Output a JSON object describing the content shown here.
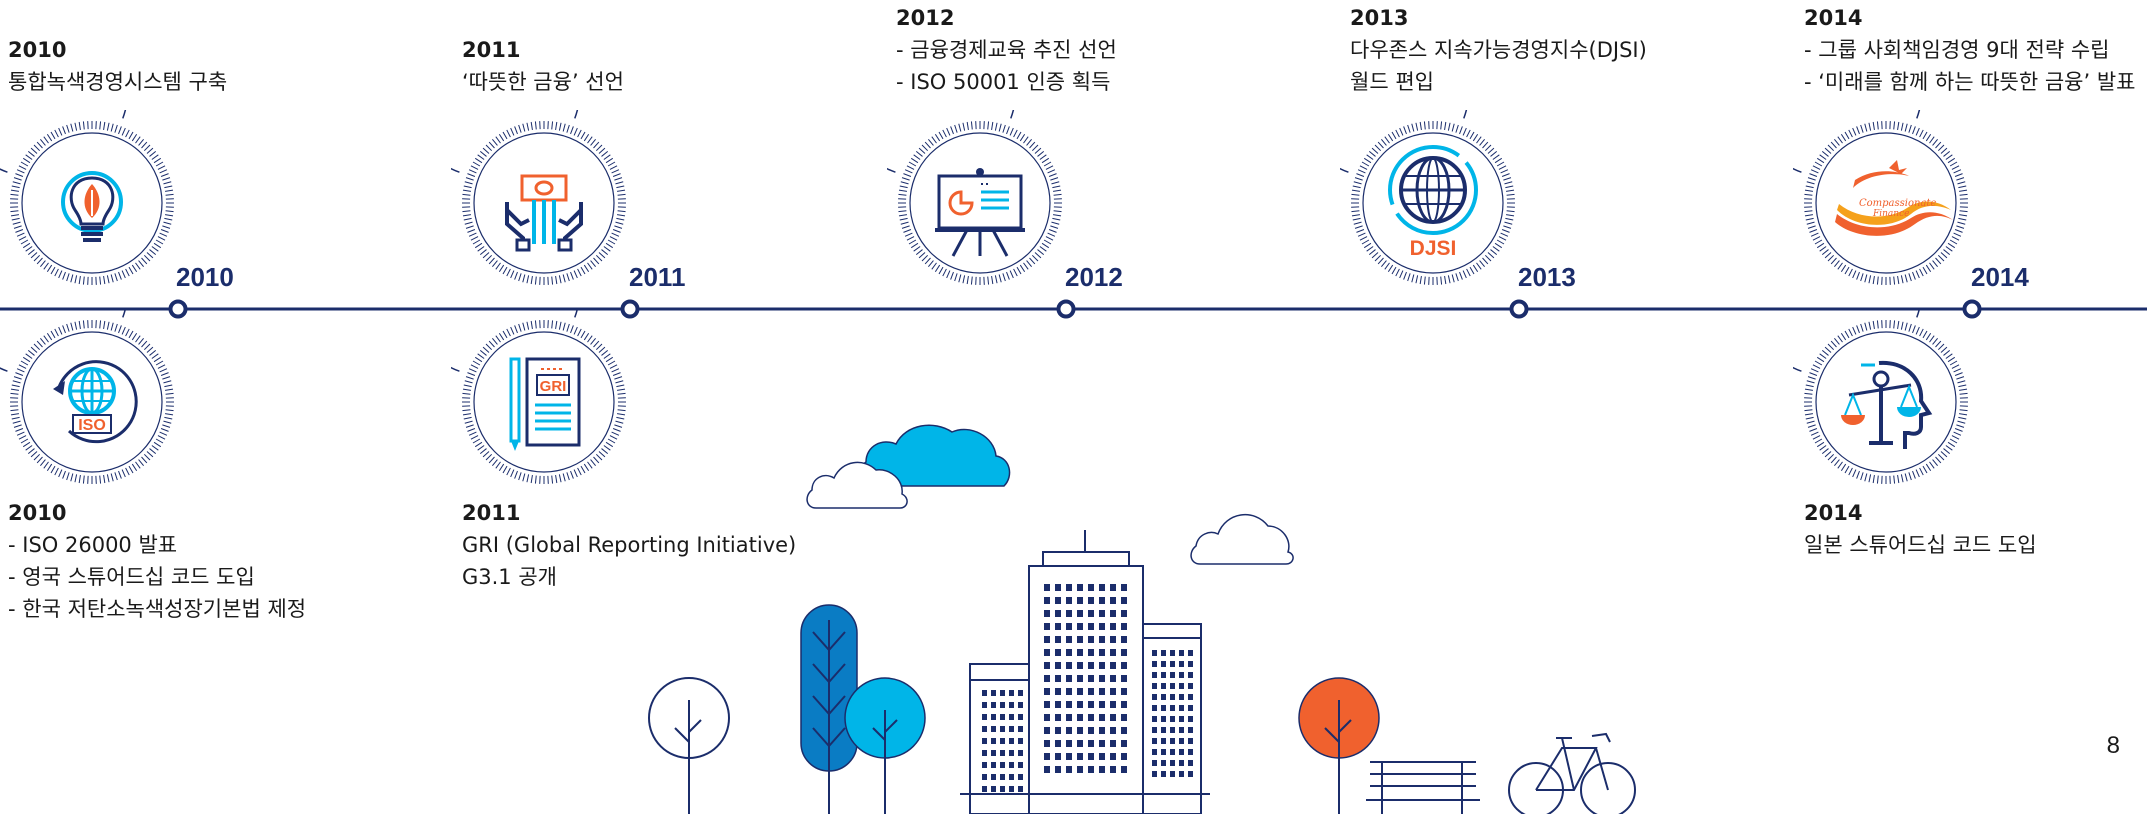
{
  "timeline": {
    "axis_years": [
      "2010",
      "2011",
      "2012",
      "2013",
      "2014"
    ],
    "events_top": [
      {
        "year": "2010",
        "lines": [
          "통합녹색경영시스템 구축"
        ]
      },
      {
        "year": "2011",
        "lines": [
          "‘따뜻한 금융’ 선언"
        ]
      },
      {
        "year": "2012",
        "lines": [
          "- 금융경제교육 추진 선언",
          "- ISO 50001 인증 획득"
        ]
      },
      {
        "year": "2013",
        "lines": [
          "다우존스 지속가능경영지수(DJSI)",
          "월드 편입"
        ]
      },
      {
        "year": "2014",
        "lines": [
          "- 그룹 사회책임경영 9대 전략 수립",
          "- ‘미래를 함께 하는 따뜻한 금융’ 발표"
        ]
      }
    ],
    "events_bottom": [
      {
        "year": "2010",
        "lines": [
          "- ISO 26000 발표",
          "- 영국 스튜어드십 코드 도입",
          "- 한국 저탄소녹색성장기본법 제정"
        ]
      },
      {
        "year": "2011",
        "lines": [
          "GRI (Global Reporting Initiative)",
          "G3.1 공개"
        ]
      },
      {
        "year": "2014",
        "lines": [
          "일본 스튜어드십 코드 도입"
        ]
      }
    ]
  },
  "badges": {
    "iso_text": "ISO",
    "gri_text": "GRI",
    "djsi_text": "DJSI",
    "compassionate_text": "Compassionate",
    "finance_text": "Finance"
  },
  "page_number": "8",
  "colors": {
    "navy": "#1b2d6b",
    "blue": "#0077c8",
    "cyan": "#00b5e8",
    "orange": "#f0612e",
    "dark_blue": "#0a5fa3"
  }
}
